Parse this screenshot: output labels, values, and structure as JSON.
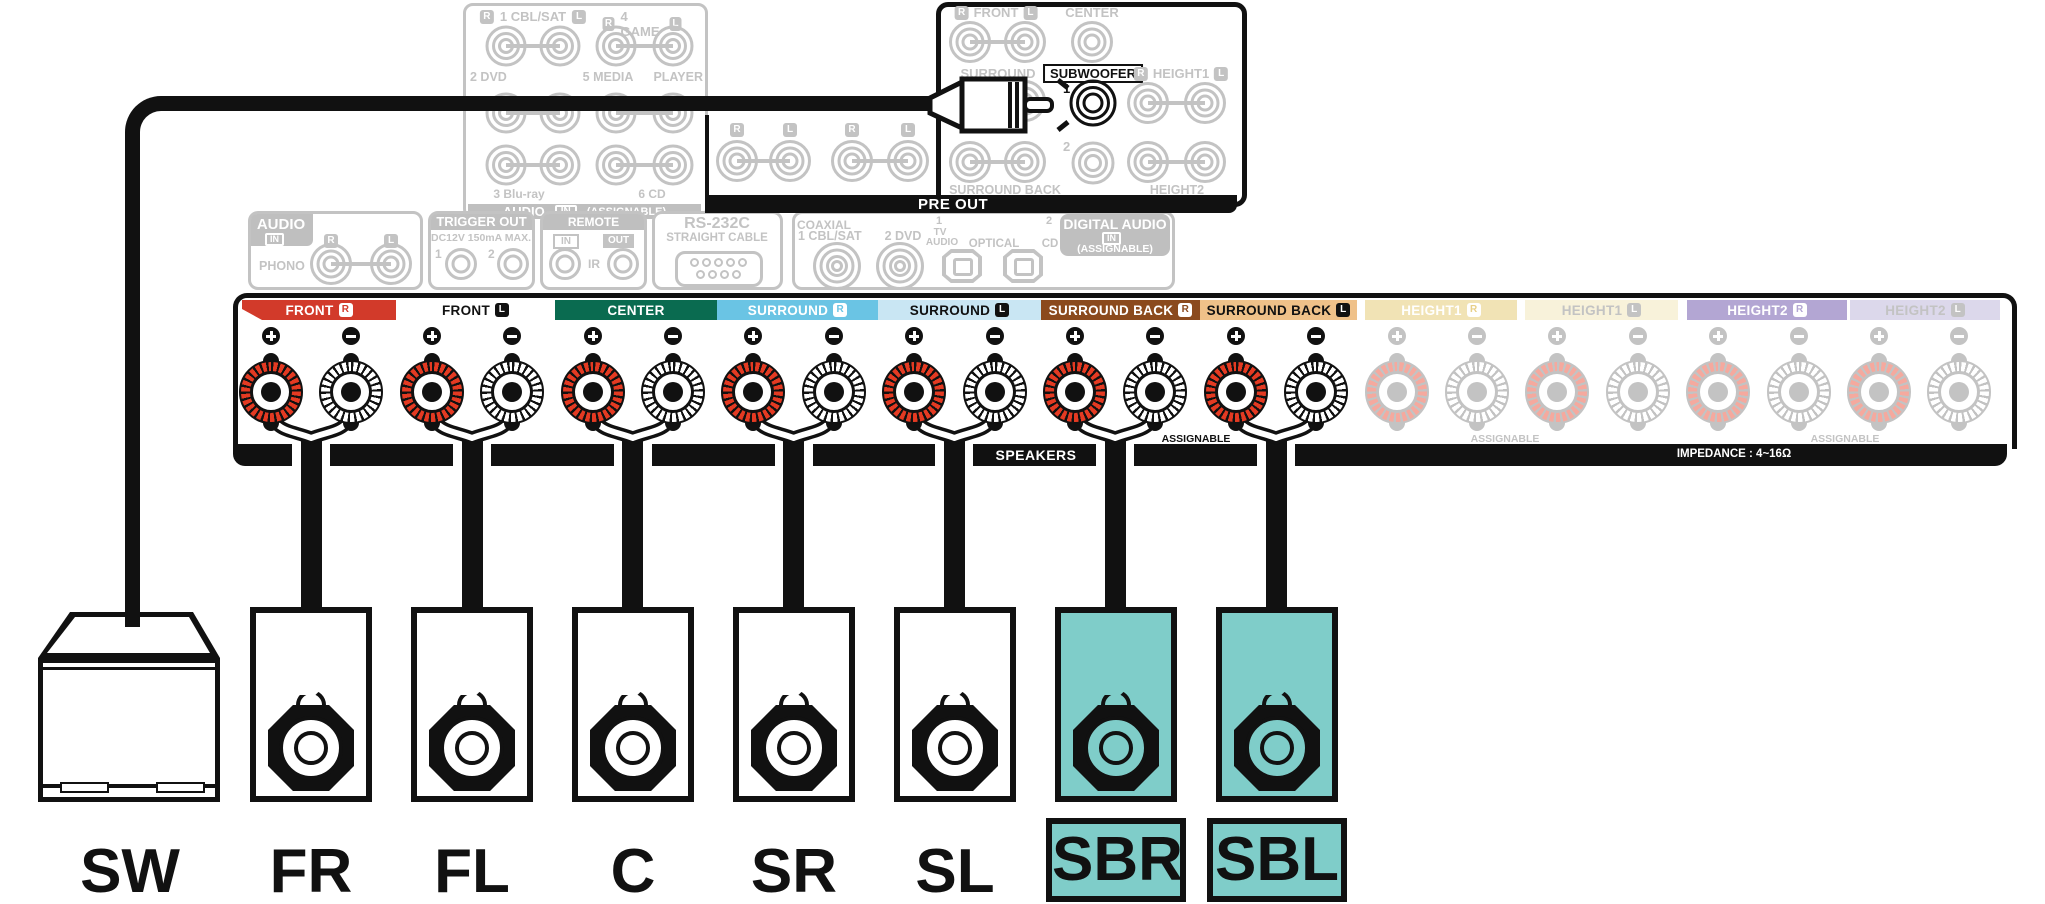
{
  "audio_in_panel": {
    "row1_left": {
      "r": "R",
      "label": "1 CBL/SAT",
      "l": "L"
    },
    "row1_right": {
      "r": "R",
      "label": "4 GAME",
      "l": "L"
    },
    "row2": [
      "2 DVD",
      "5 MEDIA",
      "PLAYER"
    ],
    "row3": [
      "3 Blu-ray",
      "6 CD"
    ],
    "footer": {
      "title": "AUDIO",
      "in": "IN",
      "assignable": "(ASSIGNABLE)"
    }
  },
  "pre_out": {
    "bar_label": "PRE OUT",
    "front": {
      "r": "R",
      "label": "FRONT",
      "l": "L"
    },
    "center": "CENTER",
    "surround": "SURROUND",
    "subwoofer": "SUBWOOFER",
    "sub_jack_1": "1",
    "sub_jack_2": "2",
    "height1": {
      "r": "R",
      "label": "HEIGHT1",
      "l": "L"
    },
    "surround_back": "SURROUND BACK",
    "height2": "HEIGHT2",
    "ext_badges": [
      "R",
      "L",
      "R",
      "L"
    ]
  },
  "connectors": {
    "audio": {
      "title": "AUDIO",
      "in": "IN",
      "r": "R",
      "l": "L",
      "phono": "PHONO"
    },
    "trigger": {
      "title": "TRIGGER OUT",
      "spec": "DC12V 150mA MAX.",
      "j1": "1",
      "j2": "2"
    },
    "remote": {
      "title": "REMOTE CONTROL",
      "in": "IN",
      "out": "OUT",
      "ir": "IR"
    },
    "rs232c": {
      "title": "RS-232C",
      "sub": "STRAIGHT CABLE"
    },
    "digital": {
      "coaxial": "COAXIAL",
      "cbl": "1 CBL/SAT",
      "dvd": "2 DVD",
      "tv_num": "1",
      "tv": "TV",
      "tv2": "AUDIO",
      "optical": "OPTICAL",
      "cd_num": "2",
      "cd": "CD",
      "title": "DIGITAL AUDIO",
      "in": "IN",
      "assignable": "(ASSIGNABLE)"
    }
  },
  "terminal_strip": {
    "speakers_label": "SPEAKERS",
    "impedance_label": "IMPEDANCE : 4~16Ω",
    "assignable_label": "ASSIGNABLE",
    "plus": "+",
    "minus": "−",
    "channels": [
      {
        "id": "front-r",
        "label": "FRONT",
        "badge": "R",
        "banner": "#d23a2a",
        "text": "#fff",
        "badge_bg": "#fff",
        "badge_fg": "#d23a2a",
        "connected": true
      },
      {
        "id": "front-l",
        "label": "FRONT",
        "badge": "L",
        "banner": null,
        "text": "#111",
        "badge_bg": "#111",
        "badge_fg": "#fff",
        "connected": true
      },
      {
        "id": "center",
        "label": "CENTER",
        "badge": null,
        "banner": "#0a6b50",
        "text": "#fff",
        "badge_bg": null,
        "badge_fg": null,
        "connected": true
      },
      {
        "id": "surround-r",
        "label": "SURROUND",
        "badge": "R",
        "banner": "#6ac4e4",
        "text": "#fff",
        "badge_bg": "#fff",
        "badge_fg": "#6ac4e4",
        "connected": true
      },
      {
        "id": "surround-l",
        "label": "SURROUND",
        "badge": "L",
        "banner": "#c9e6f3",
        "text": "#111",
        "badge_bg": "#111",
        "badge_fg": "#fff",
        "connected": true
      },
      {
        "id": "surround-back-r",
        "label": "SURROUND BACK",
        "badge": "R",
        "banner": "#8b4a1d",
        "text": "#fff",
        "badge_bg": "#fff",
        "badge_fg": "#8b4a1d",
        "connected": true
      },
      {
        "id": "surround-back-l",
        "label": "SURROUND BACK",
        "badge": "L",
        "banner": "#efc189",
        "text": "#111",
        "badge_bg": "#111",
        "badge_fg": "#fff",
        "connected": true
      },
      {
        "id": "height1-r",
        "label": "HEIGHT1",
        "badge": "R",
        "banner": "#f1e3b5",
        "text": "#fff",
        "badge_bg": "#fff",
        "badge_fg": "#e8d089",
        "connected": false
      },
      {
        "id": "height1-l",
        "label": "HEIGHT1",
        "badge": "L",
        "banner": "#f8f2da",
        "text": "#c3c3c3",
        "badge_bg": "#c3c3c3",
        "badge_fg": "#fff",
        "connected": false
      },
      {
        "id": "height2-r",
        "label": "HEIGHT2",
        "badge": "R",
        "banner": "#b3a6d3",
        "text": "#fff",
        "badge_bg": "#fff",
        "badge_fg": "#b3a6d3",
        "connected": false
      },
      {
        "id": "height2-l",
        "label": "HEIGHT2",
        "badge": "L",
        "banner": "#dcd8eb",
        "text": "#c3c3c3",
        "badge_bg": "#c3c3c3",
        "badge_fg": "#fff",
        "connected": false
      }
    ]
  },
  "speakers": [
    {
      "id": "sw",
      "label": "SW",
      "type": "subwoofer",
      "highlighted": false
    },
    {
      "id": "fr",
      "label": "FR",
      "type": "bookshelf",
      "highlighted": false
    },
    {
      "id": "fl",
      "label": "FL",
      "type": "bookshelf",
      "highlighted": false
    },
    {
      "id": "c",
      "label": "C",
      "type": "bookshelf",
      "highlighted": false
    },
    {
      "id": "sr",
      "label": "SR",
      "type": "bookshelf",
      "highlighted": false
    },
    {
      "id": "sl",
      "label": "SL",
      "type": "bookshelf",
      "highlighted": false
    },
    {
      "id": "sbr",
      "label": "SBR",
      "type": "bookshelf",
      "highlighted": true
    },
    {
      "id": "sbl",
      "label": "SBL",
      "type": "bookshelf",
      "highlighted": true
    }
  ],
  "colors": {
    "highlight_cyan": "#7fcdc9",
    "post_red": "#e43a22",
    "faded_red": "#f5a99e",
    "inactive_gray": "#c3c3c3",
    "black": "#111111"
  }
}
